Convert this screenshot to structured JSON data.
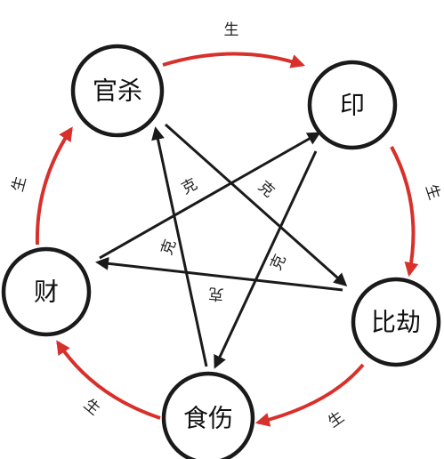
{
  "nodes": {
    "guansha": "官杀",
    "yin": "印",
    "bijie": "比劫",
    "shishang": "食伤",
    "cai": "财"
  },
  "generation_label": "生",
  "control_label": "克",
  "colors": {
    "generation_arrow": "#d8302a",
    "control_arrow": "#1a1a1a",
    "node_border": "#1a1a1a"
  }
}
